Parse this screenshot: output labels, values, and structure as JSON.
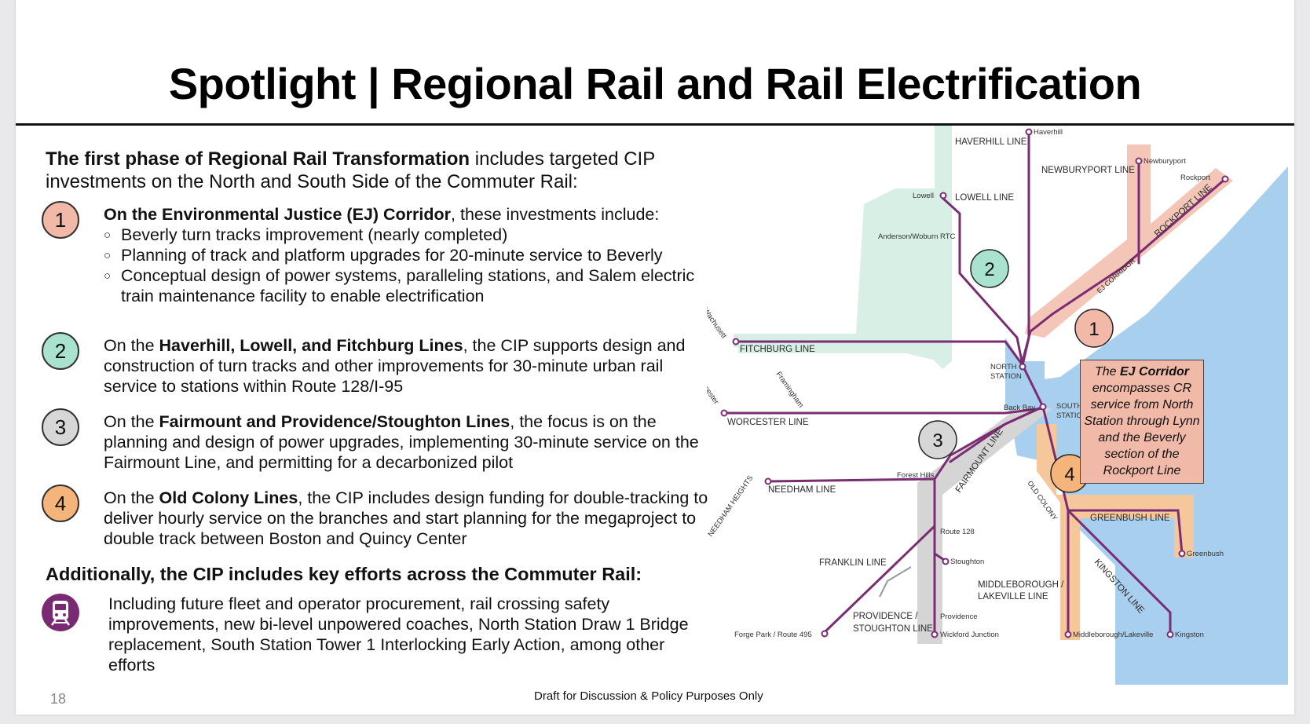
{
  "slide": {
    "title": "Spotlight | Regional Rail and Rail Electrification",
    "intro_bold": "The first phase of Regional Rail Transformation",
    "intro_rest": " includes targeted CIP investments on the North and South Side of the Commuter Rail:",
    "items": [
      {
        "number": "1",
        "color": "#f2b8a8",
        "lead_bold": "On the Environmental Justice (EJ) Corridor",
        "lead_rest": ", these investments include:",
        "bullets": [
          "Beverly turn tracks improvement (nearly completed)",
          "Planning of track and platform upgrades for 20-minute service to Beverly",
          "Conceptual design of power systems, paralleling stations, and Salem electric train maintenance facility to enable electrification"
        ]
      },
      {
        "number": "2",
        "color": "#a9e2cf",
        "pre": "On the ",
        "bold": "Haverhill, Lowell, and Fitchburg Lines",
        "post": ", the CIP supports design and construction of turn tracks and other improvements for 30-minute urban rail service to stations within Route 128/I-95"
      },
      {
        "number": "3",
        "color": "#d7d7d7",
        "pre": "On the ",
        "bold": "Fairmount and Providence/Stoughton Lines",
        "post": ", the focus is on the planning and design of power upgrades, implementing 30-minute service on the Fairmount Line, and permitting for a decarbonized pilot"
      },
      {
        "number": "4",
        "color": "#f5b47a",
        "pre": "On the ",
        "bold": "Old Colony Lines",
        "post": ", the CIP includes design funding for double-tracking to deliver hourly service on the branches and start planning for the megaproject to double track between Boston and Quincy Center"
      }
    ],
    "additional_heading": "Additionally, the CIP includes key efforts across the Commuter Rail:",
    "additional_text": "Including future fleet and operator procurement, rail crossing safety improvements, new bi-level unpowered coaches, North Station Draw 1 Bridge replacement, South Station Tower 1 Interlocking Early Action, among other efforts",
    "page_number": "18",
    "footer": "Draft for Discussion & Policy Purposes Only"
  },
  "map": {
    "line_labels": {
      "haverhill": "HAVERHILL LINE",
      "newburyport": "NEWBURYPORT LINE",
      "lowell": "LOWELL LINE",
      "rockport": "ROCKPORT LINE",
      "ej_corridor": "EJ CORRIDOR",
      "fitchburg": "FITCHBURG LINE",
      "worcester": "WORCESTER LINE",
      "needham": "NEEDHAM LINE",
      "fairmount": "FAIRMOUNT LINE",
      "old_colony": "OLD COLONY",
      "greenbush": "GREENBUSH LINE",
      "franklin": "FRANKLIN LINE",
      "middleborough": "MIDDLEBOROUGH /",
      "middleborough2": "LAKEVILLE LINE",
      "kingston": "KINGSTON LINE",
      "providence": "PROVIDENCE /",
      "providence2": "STOUGHTON LINE"
    },
    "stations": {
      "haverhill": "Haverhill",
      "newburyport": "Newburyport",
      "rockport": "Rockport",
      "lowell": "Lowell",
      "anderson": "Anderson/Woburn RTC",
      "wachusett": "Wachusett",
      "worcester": "Worcester",
      "framingham": "Framingham",
      "north_station": "NORTH",
      "north_station2": "STATION",
      "back_bay": "Back Bay",
      "south_station": "SOUTH",
      "south_station2": "STATION",
      "needham_heights": "NEEDHAM HEIGHTS",
      "forest_hills": "Forest Hills",
      "route128": "Route 128",
      "stoughton": "Stoughton",
      "providence": "Providence",
      "wickford": "Wickford Junction",
      "forge_park": "Forge Park / Route 495",
      "middleborough": "Middleborough/Lakeville",
      "kingston": "Kingston",
      "greenbush": "Greenbush"
    },
    "zone_numbers": [
      "1",
      "2",
      "3",
      "4"
    ],
    "ej_callout": {
      "pre": "The ",
      "bold": "EJ Corridor",
      "post": " encompasses CR service from North Station through Lynn and the Beverly section of the Rockport Line"
    }
  },
  "colors": {
    "rail_line": "#7b2d73",
    "water": "#a9cfee",
    "zone_ej": "#f4c6b8",
    "zone_north": "#d8efe6",
    "zone_south": "#d5d5d5",
    "zone_old_colony": "#f6c79a"
  }
}
